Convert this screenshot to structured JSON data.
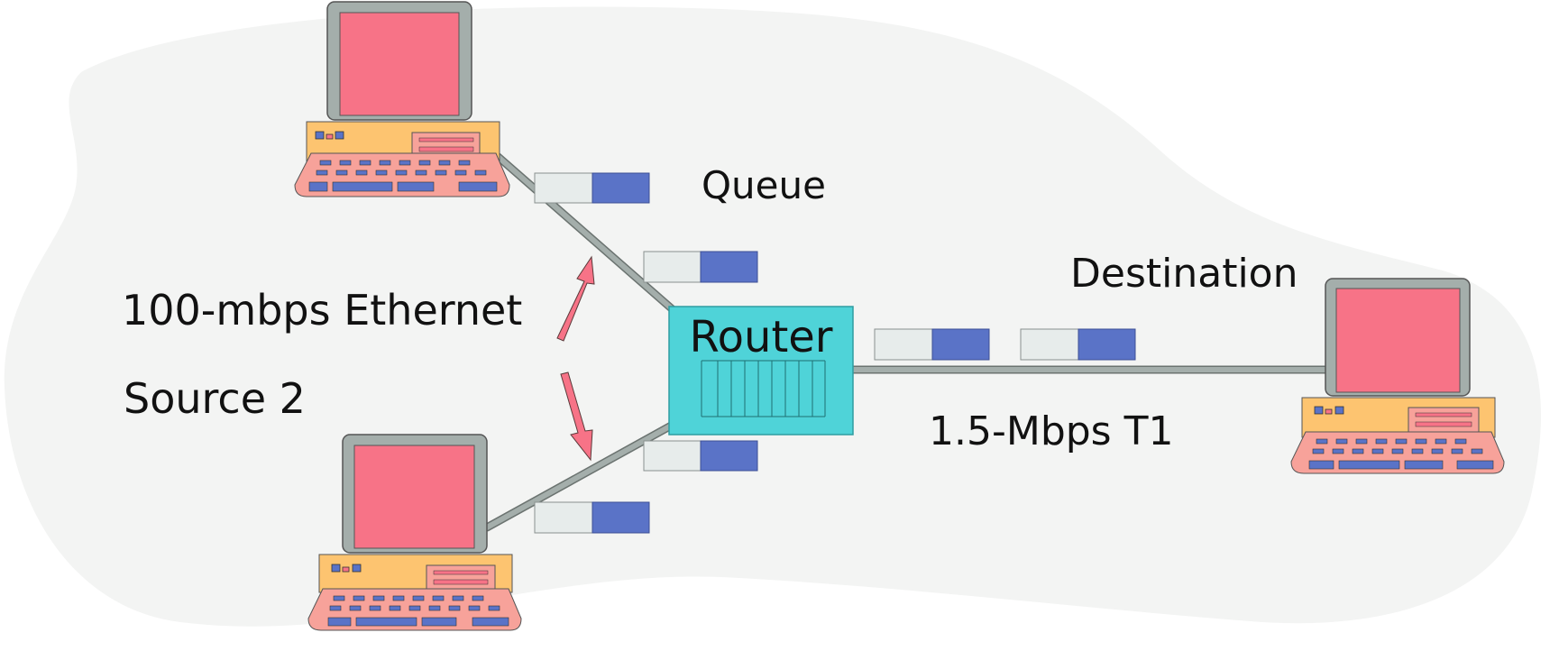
{
  "labels": {
    "queue": "Queue",
    "destination": "Destination",
    "ethernet": "100-mbps Ethernet",
    "source2": "Source 2",
    "router": "Router",
    "t1": "1.5-Mbps T1"
  },
  "colors": {
    "background_blob": "#f3f4f3",
    "screen": "#f77387",
    "monitor_frame": "#a4aeab",
    "case": "#fdc470",
    "keyboard": "#f7a29a",
    "key": "#5a73c7",
    "router": "#4fd3d8",
    "cable": "#a4aeab",
    "packet_empty": "#e7eceb",
    "packet_filled": "#5a73c7",
    "arrow": "#f77387"
  }
}
